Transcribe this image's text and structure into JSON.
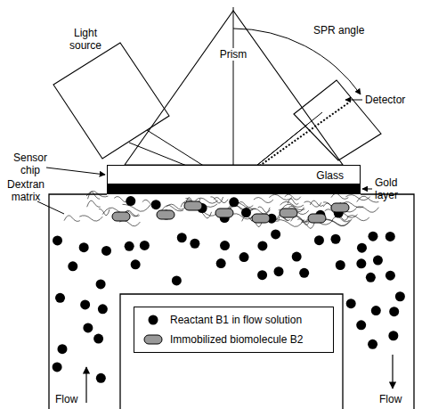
{
  "diagram": {
    "nodes": [
      {
        "text": [
          "Prism"
        ]
      },
      {
        "text": [
          "Glass"
        ]
      }
    ],
    "labels": [
      "SPR angle",
      "Light source",
      "Detector",
      "Sensor chip",
      "Gold layer",
      "Dextran matrix",
      "Flow",
      "Flow"
    ],
    "legend": [
      {
        "text": "Reactant B1 in flow solution"
      },
      {
        "text": "Immobilized biomolecule B2"
      }
    ]
  }
}
